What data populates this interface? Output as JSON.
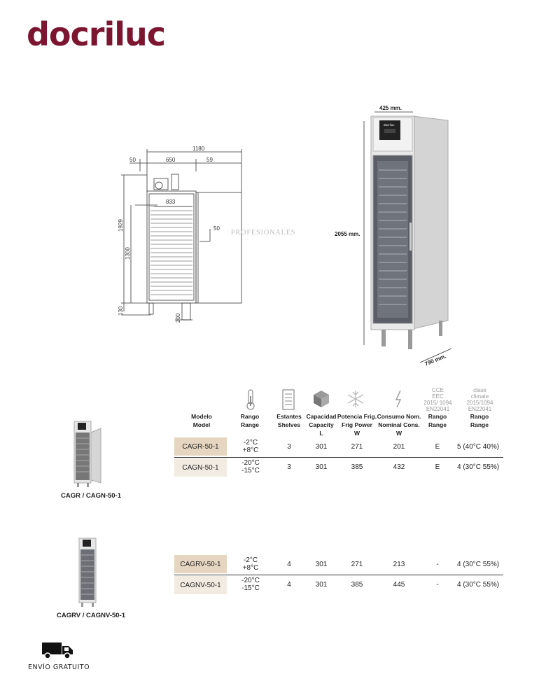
{
  "brand": "docriluc",
  "watermark": "PROFESIONALES",
  "drawing": {
    "dims": [
      "1180",
      "50",
      "650",
      "59",
      "833",
      "50",
      "1929",
      "1300",
      "130",
      "200"
    ]
  },
  "photo": {
    "width_label": "425 mm.",
    "height_label": "2055 mm.",
    "depth_label": "790 mm.",
    "display_text": "docriluc"
  },
  "headers": [
    {
      "line1": "Modelo",
      "line2": "Model",
      "line3": ""
    },
    {
      "line1": "Rango",
      "line2": "Range",
      "line3": ""
    },
    {
      "line1": "Estantes",
      "line2": "Shelves",
      "line3": ""
    },
    {
      "line1": "Capacidad",
      "line2": "Capacity",
      "line3": "L"
    },
    {
      "line1": "Potencia Frig.",
      "line2": "Frig Power",
      "line3": "W"
    },
    {
      "line1": "Consumo Nom.",
      "line2": "Nominal Cons.",
      "line3": "W"
    },
    {
      "line1": "Rango",
      "line2": "Range",
      "line3": ""
    },
    {
      "line1": "Rango",
      "line2": "Range",
      "line3": ""
    }
  ],
  "gray_headers": {
    "cce": [
      "CCE",
      "EEC",
      "2015/ 1094",
      "EN22041"
    ],
    "clase": [
      "clase",
      "climate",
      "2015/1094",
      "EN22041"
    ]
  },
  "icons": [
    "thermometer-icon",
    "shelves-icon",
    "capacity-box-icon",
    "snowflake-icon",
    "lightning-icon"
  ],
  "group1": {
    "caption": "CAGR / CAGN-50-1",
    "rows": [
      {
        "model": "CAGR-50-1",
        "t1": "-2°C",
        "t2": "+8°C",
        "shelves": "3",
        "capacity": "301",
        "power": "271",
        "cons": "201",
        "range": "E",
        "climate": "5 (40°C 40%)"
      },
      {
        "model": "CAGN-50-1",
        "t1": "-20°C",
        "t2": "-15°C",
        "shelves": "3",
        "capacity": "301",
        "power": "385",
        "cons": "432",
        "range": "E",
        "climate": "4 (30°C 55%)"
      }
    ]
  },
  "group2": {
    "caption": "CAGRV / CAGNV-50-1",
    "rows": [
      {
        "model": "CAGRV-50-1",
        "t1": "-2°C",
        "t2": "+8°C",
        "shelves": "4",
        "capacity": "301",
        "power": "271",
        "cons": "213",
        "range": "-",
        "climate": "4 (30°C 55%)"
      },
      {
        "model": "CAGNV-50-1",
        "t1": "-20°C",
        "t2": "-15°C",
        "shelves": "4",
        "capacity": "301",
        "power": "385",
        "cons": "445",
        "range": "-",
        "climate": "4 (30°C 55%)"
      }
    ]
  },
  "shipping": {
    "label": "ENVÍO GRATUITO"
  },
  "colors": {
    "brand": "#7b1530",
    "row_dark": "#e6d6c1",
    "row_light": "#f2ebe1"
  }
}
